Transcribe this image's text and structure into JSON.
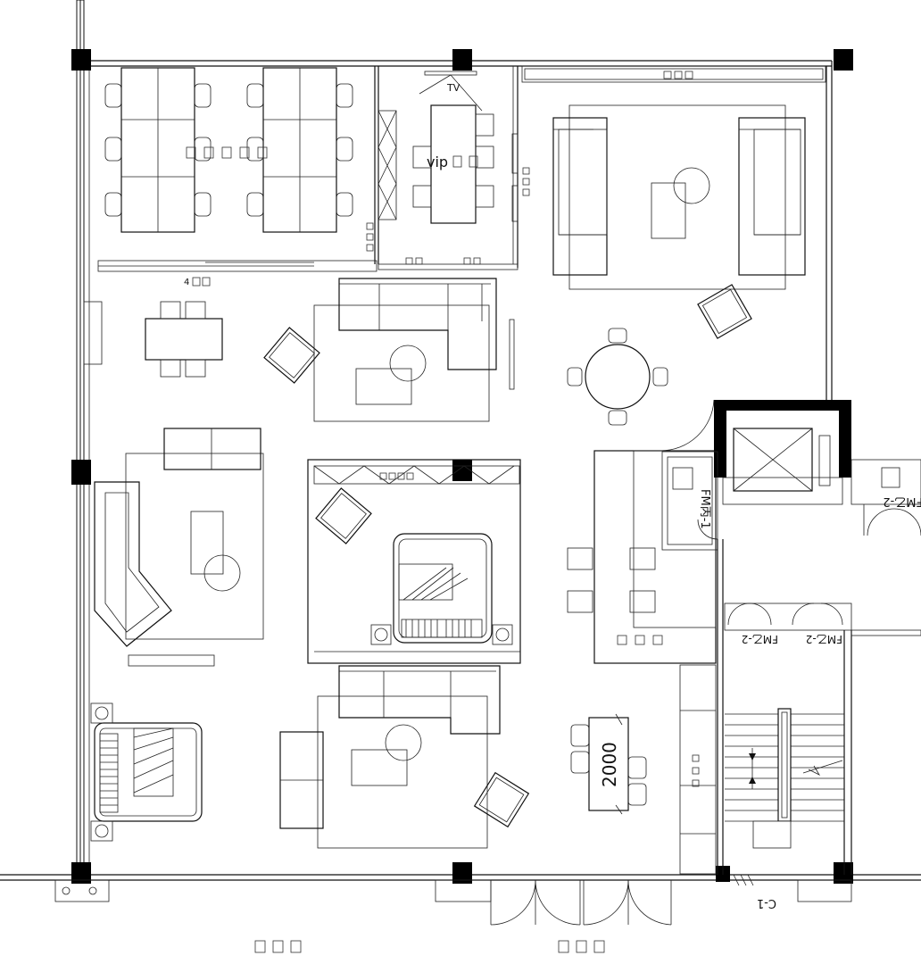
{
  "labels": {
    "tv": "TV",
    "vip_room": "vip",
    "dim_2000": "2000",
    "fm_bing_1": "FM丙-1",
    "fm_yi_2_right": "FM乙-2",
    "fm_yi_2_a": "FM乙-2",
    "fm_yi_2_b": "FM乙-2",
    "c_1": "C-1",
    "four": "4"
  },
  "colors": {
    "line": "#111111",
    "column": "#000000",
    "background": "#ffffff"
  }
}
